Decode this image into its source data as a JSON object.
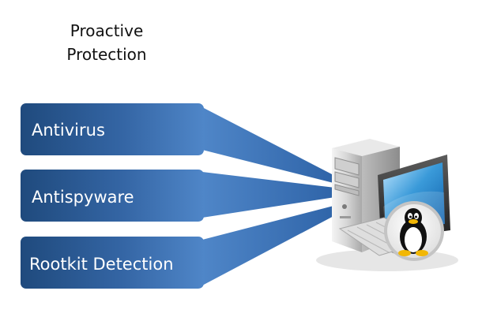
{
  "title": {
    "line1": "Proactive",
    "line2": "Protection"
  },
  "boxes": [
    {
      "label": "Antivirus"
    },
    {
      "label": "Antispyware"
    },
    {
      "label": "Rootkit Detection"
    }
  ],
  "target": {
    "icon": "desktop-computer-icon",
    "badge": "linux-tux-icon"
  },
  "colors": {
    "box_dark": "#1e4a7c",
    "box_light": "#4a7fc0",
    "connector": "#3c72b4"
  }
}
